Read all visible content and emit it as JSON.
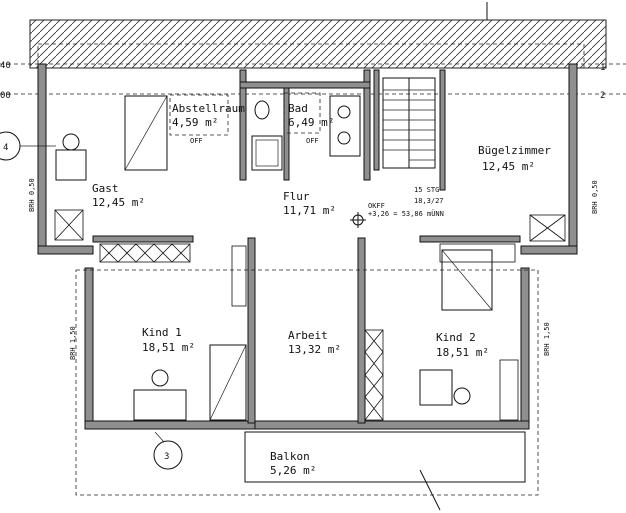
{
  "rooms": {
    "abstellraum": {
      "name": "Abstellraum",
      "area": "4,59 m²",
      "note": "OFF"
    },
    "bad": {
      "name": "Bad",
      "area": "6,49 m²",
      "note": "OFF"
    },
    "buegelzimmer": {
      "name": "Bügelzimmer",
      "area": "12,45 m²"
    },
    "gast": {
      "name": "Gast",
      "area": "12,45 m²"
    },
    "flur": {
      "name": "Flur",
      "area": "11,71 m²"
    },
    "kind1": {
      "name": "Kind 1",
      "area": "18,51 m²"
    },
    "arbeit": {
      "name": "Arbeit",
      "area": "13,32 m²"
    },
    "kind2": {
      "name": "Kind 2",
      "area": "18,51 m²"
    },
    "balkon": {
      "name": "Balkon",
      "area": "5,26 m²"
    }
  },
  "stair": {
    "label": "15 STG",
    "ratio": "18,3/27"
  },
  "level": {
    "code": "OKFF",
    "value": "+3,26 = 53,86 mÜNN"
  },
  "brh": {
    "left": "BRH 0,50",
    "right": "BRH 0,50",
    "lower_left": "BRH 1,50",
    "lower_right": "BRH 1,50"
  },
  "markers": {
    "left": "4",
    "bottom": "3"
  },
  "edge": {
    "top_left_1": "40",
    "top_left_2": "00",
    "top_right_1": "1",
    "top_right_2": "2"
  }
}
